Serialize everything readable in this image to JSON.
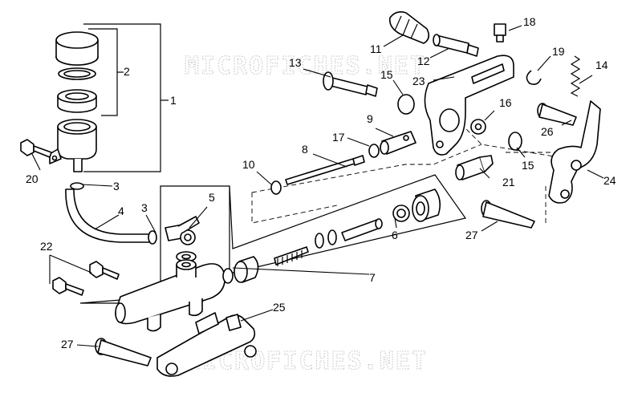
{
  "watermark": "MICROFICHES.NET",
  "callouts": [
    "1",
    "2",
    "3",
    "4",
    "5",
    "6",
    "7",
    "8",
    "9",
    "10",
    "11",
    "12",
    "13",
    "14",
    "15",
    "16",
    "17",
    "18",
    "19",
    "20",
    "21",
    "22",
    "23",
    "24",
    "25",
    "26",
    "27"
  ]
}
